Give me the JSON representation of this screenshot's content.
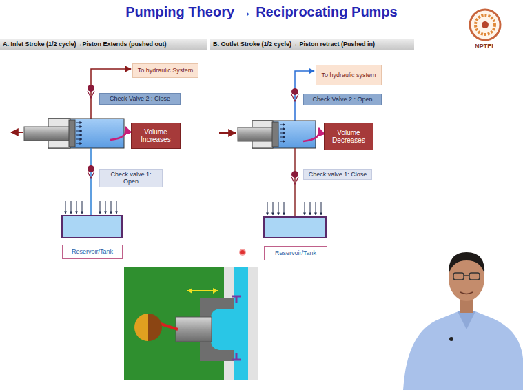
{
  "diagram": {
    "title": "Pumping Theory → Reciprocating Pumps",
    "nodes": [
      {
        "text": [
          "A. Inlet Stroke (1/2 cycle)→Piston Extends (pushed out)"
        ]
      },
      {
        "text": [
          "B. Outlet Stroke (1/2 cycle)→ Piston retract (Pushed in)"
        ]
      },
      {
        "text": [
          "To hydraulic System"
        ]
      },
      {
        "text": [
          "Check Valve 2 : Close"
        ]
      },
      {
        "text": [
          "Volume Increases"
        ]
      },
      {
        "text": [
          "Check valve 1: Open"
        ]
      },
      {
        "text": [
          "Reservoir/Tank"
        ]
      },
      {
        "text": [
          "To hydraulic system"
        ]
      },
      {
        "text": [
          "Check Valve 2 : Open"
        ]
      },
      {
        "text": [
          "Volume Decreases"
        ]
      },
      {
        "text": [
          "Check valve 1: Close"
        ]
      },
      {
        "text": [
          "Reservoir/Tank"
        ]
      }
    ],
    "labels": [
      "NPTEL"
    ]
  }
}
